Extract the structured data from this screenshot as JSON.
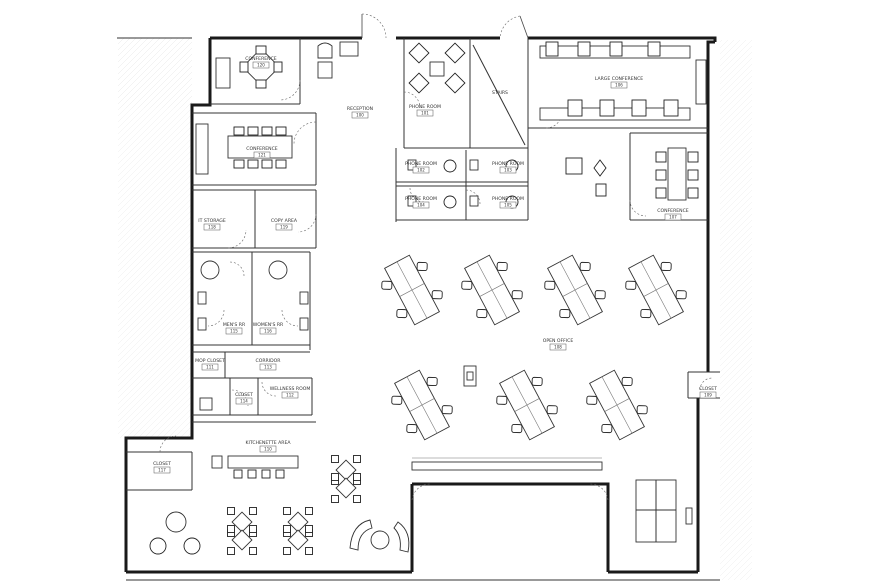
{
  "rooms": [
    {
      "key": "conf120",
      "name": "CONFERENCE",
      "number": "120"
    },
    {
      "key": "reception",
      "name": "RECEPTION",
      "number": "100"
    },
    {
      "key": "phone101",
      "name": "PHONE ROOM",
      "number": "101"
    },
    {
      "key": "stairs",
      "name": "STAIRS",
      "number": ""
    },
    {
      "key": "large",
      "name": "LARGE CONFERENCE",
      "number": "106"
    },
    {
      "key": "conf121",
      "name": "CONFERENCE",
      "number": "121"
    },
    {
      "key": "phone102",
      "name": "PHONE ROOM",
      "number": "102"
    },
    {
      "key": "phone103",
      "name": "PHONE ROOM",
      "number": "103"
    },
    {
      "key": "phone104",
      "name": "PHONE ROOM",
      "number": "104"
    },
    {
      "key": "phone105",
      "name": "PHONE ROOM",
      "number": "105"
    },
    {
      "key": "conf107",
      "name": "CONFERENCE",
      "number": "107"
    },
    {
      "key": "itstorage",
      "name": "IT STORAGE",
      "number": "118"
    },
    {
      "key": "copy",
      "name": "COPY AREA",
      "number": "119"
    },
    {
      "key": "openoffice",
      "name": "OPEN OFFICE",
      "number": "108"
    },
    {
      "key": "mens",
      "name": "MEN'S RR",
      "number": "115"
    },
    {
      "key": "womens",
      "name": "WOMEN'S RR",
      "number": "116"
    },
    {
      "key": "mop",
      "name": "MOP CLOSET",
      "number": "111"
    },
    {
      "key": "corridor",
      "name": "CORRIDOR",
      "number": "113"
    },
    {
      "key": "closet114",
      "name": "CLOSET",
      "number": "114"
    },
    {
      "key": "wellness",
      "name": "WELLNESS ROOM",
      "number": "112"
    },
    {
      "key": "closet109",
      "name": "CLOSET",
      "number": "109"
    },
    {
      "key": "kitchen",
      "name": "KITCHENETTE AREA",
      "number": "110"
    },
    {
      "key": "closet117",
      "name": "CLOSET",
      "number": "117"
    }
  ]
}
